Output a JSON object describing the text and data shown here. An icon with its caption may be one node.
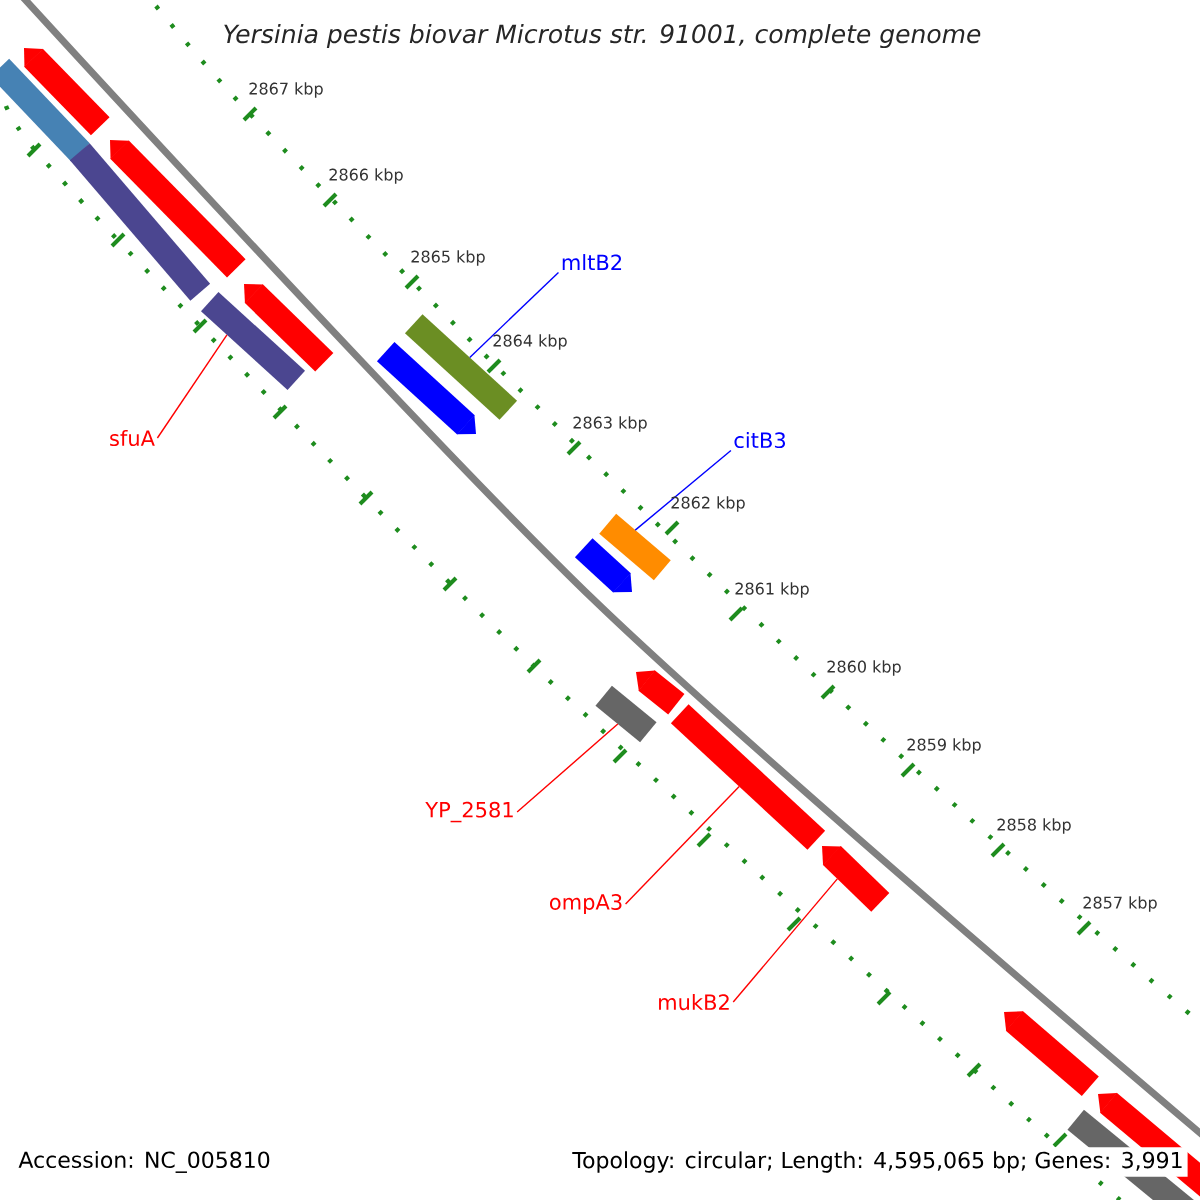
{
  "diagram": {
    "title": "Yersinia pestis biovar Microtus str. 91001, complete genome",
    "nodes": [
      {
        "text": [
          "mltB2"
        ]
      },
      {
        "text": [],
        "shape": "bar"
      },
      {
        "text": [
          "sfuA"
        ]
      },
      {
        "text": [],
        "shape": "bar"
      },
      {
        "text": [
          "citB3"
        ]
      },
      {
        "text": [],
        "shape": "bar"
      },
      {
        "text": [
          "YP_2581"
        ]
      },
      {
        "text": [],
        "shape": "bar"
      },
      {
        "text": [
          "ompA3"
        ]
      },
      {
        "text": [],
        "shape": "bar"
      },
      {
        "text": [
          "mukB2"
        ]
      },
      {
        "text": [],
        "shape": "arrow"
      },
      {
        "text": [],
        "shape": "arrow"
      },
      {
        "text": [],
        "shape": "arrow"
      },
      {
        "text": [],
        "shape": "arrow"
      },
      {
        "text": [],
        "shape": "arrow"
      },
      {
        "text": [],
        "shape": "bar"
      },
      {
        "text": [],
        "shape": "bar"
      },
      {
        "text": [],
        "shape": "arrow"
      },
      {
        "text": [],
        "shape": "bar"
      },
      {
        "text": [],
        "shape": "arrow"
      },
      {
        "text": [],
        "shape": "arrow"
      },
      {
        "text": [],
        "shape": "arrow"
      }
    ],
    "edges": [
      {
        "from": 0,
        "to": 1,
        "arrow": "none",
        "color": "#0000ff"
      },
      {
        "from": 2,
        "to": 3,
        "arrow": "none"
      },
      {
        "from": 4,
        "to": 5,
        "arrow": "none",
        "color": "#0000ff"
      },
      {
        "from": 6,
        "to": 7,
        "arrow": "none"
      },
      {
        "from": 8,
        "to": 9,
        "arrow": "none"
      },
      {
        "from": 10,
        "to": 11,
        "arrow": "none"
      }
    ],
    "labels": [
      "2867 kbp",
      "2866 kbp",
      "2865 kbp",
      "2864 kbp",
      "2863 kbp",
      "2862 kbp",
      "2861 kbp",
      "2860 kbp",
      "2859 kbp",
      "2858 kbp",
      "2857 kbp",
      "Accession: NC_005810",
      "Topology: circular; Length: 4,595,065 bp; Genes: 3,991"
    ]
  }
}
